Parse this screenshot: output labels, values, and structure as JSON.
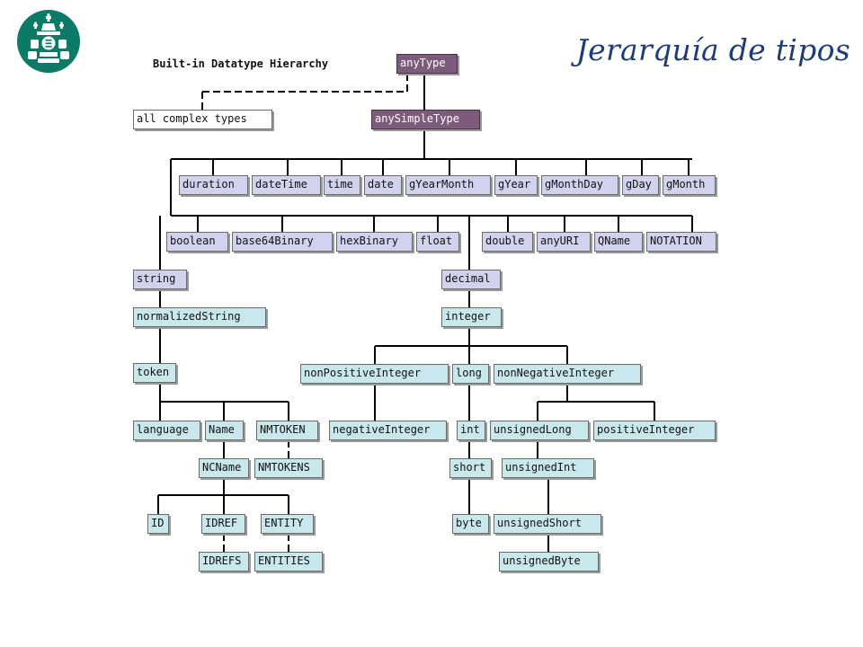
{
  "slide": {
    "title": "Jerarquía de tipos"
  },
  "diagram": {
    "heading": "Built-in Datatype Hierarchy",
    "nodes": {
      "anyType": "anyType",
      "all_complex_types": "all complex types",
      "anySimpleType": "anySimpleType",
      "duration": "duration",
      "dateTime": "dateTime",
      "time": "time",
      "date": "date",
      "gYearMonth": "gYearMonth",
      "gYear": "gYear",
      "gMonthDay": "gMonthDay",
      "gDay": "gDay",
      "gMonth": "gMonth",
      "boolean": "boolean",
      "base64Binary": "base64Binary",
      "hexBinary": "hexBinary",
      "float": "float",
      "double": "double",
      "anyURI": "anyURI",
      "QName": "QName",
      "NOTATION": "NOTATION",
      "string": "string",
      "decimal": "decimal",
      "normalizedString": "normalizedString",
      "integer": "integer",
      "token": "token",
      "nonPositiveInteger": "nonPositiveInteger",
      "long": "long",
      "nonNegativeInteger": "nonNegativeInteger",
      "language": "language",
      "Name": "Name",
      "NMTOKEN": "NMTOKEN",
      "negativeInteger": "negativeInteger",
      "int": "int",
      "unsignedLong": "unsignedLong",
      "positiveInteger": "positiveInteger",
      "NCName": "NCName",
      "NMTOKENS": "NMTOKENS",
      "short": "short",
      "unsignedInt": "unsignedInt",
      "ID": "ID",
      "IDREF": "IDREF",
      "ENTITY": "ENTITY",
      "byte": "byte",
      "unsignedShort": "unsignedShort",
      "IDREFS": "IDREFS",
      "ENTITIES": "ENTITIES",
      "unsignedByte": "unsignedByte"
    },
    "colors": {
      "ur_type": "#7d5b7a",
      "complex_type": "#ffffff",
      "primitive_type": "#d2d2ee",
      "derived_type": "#c9e8ee",
      "title": "#1f3c79",
      "logo": "#0b7a66"
    },
    "logo_icon": "university-crest-icon"
  }
}
